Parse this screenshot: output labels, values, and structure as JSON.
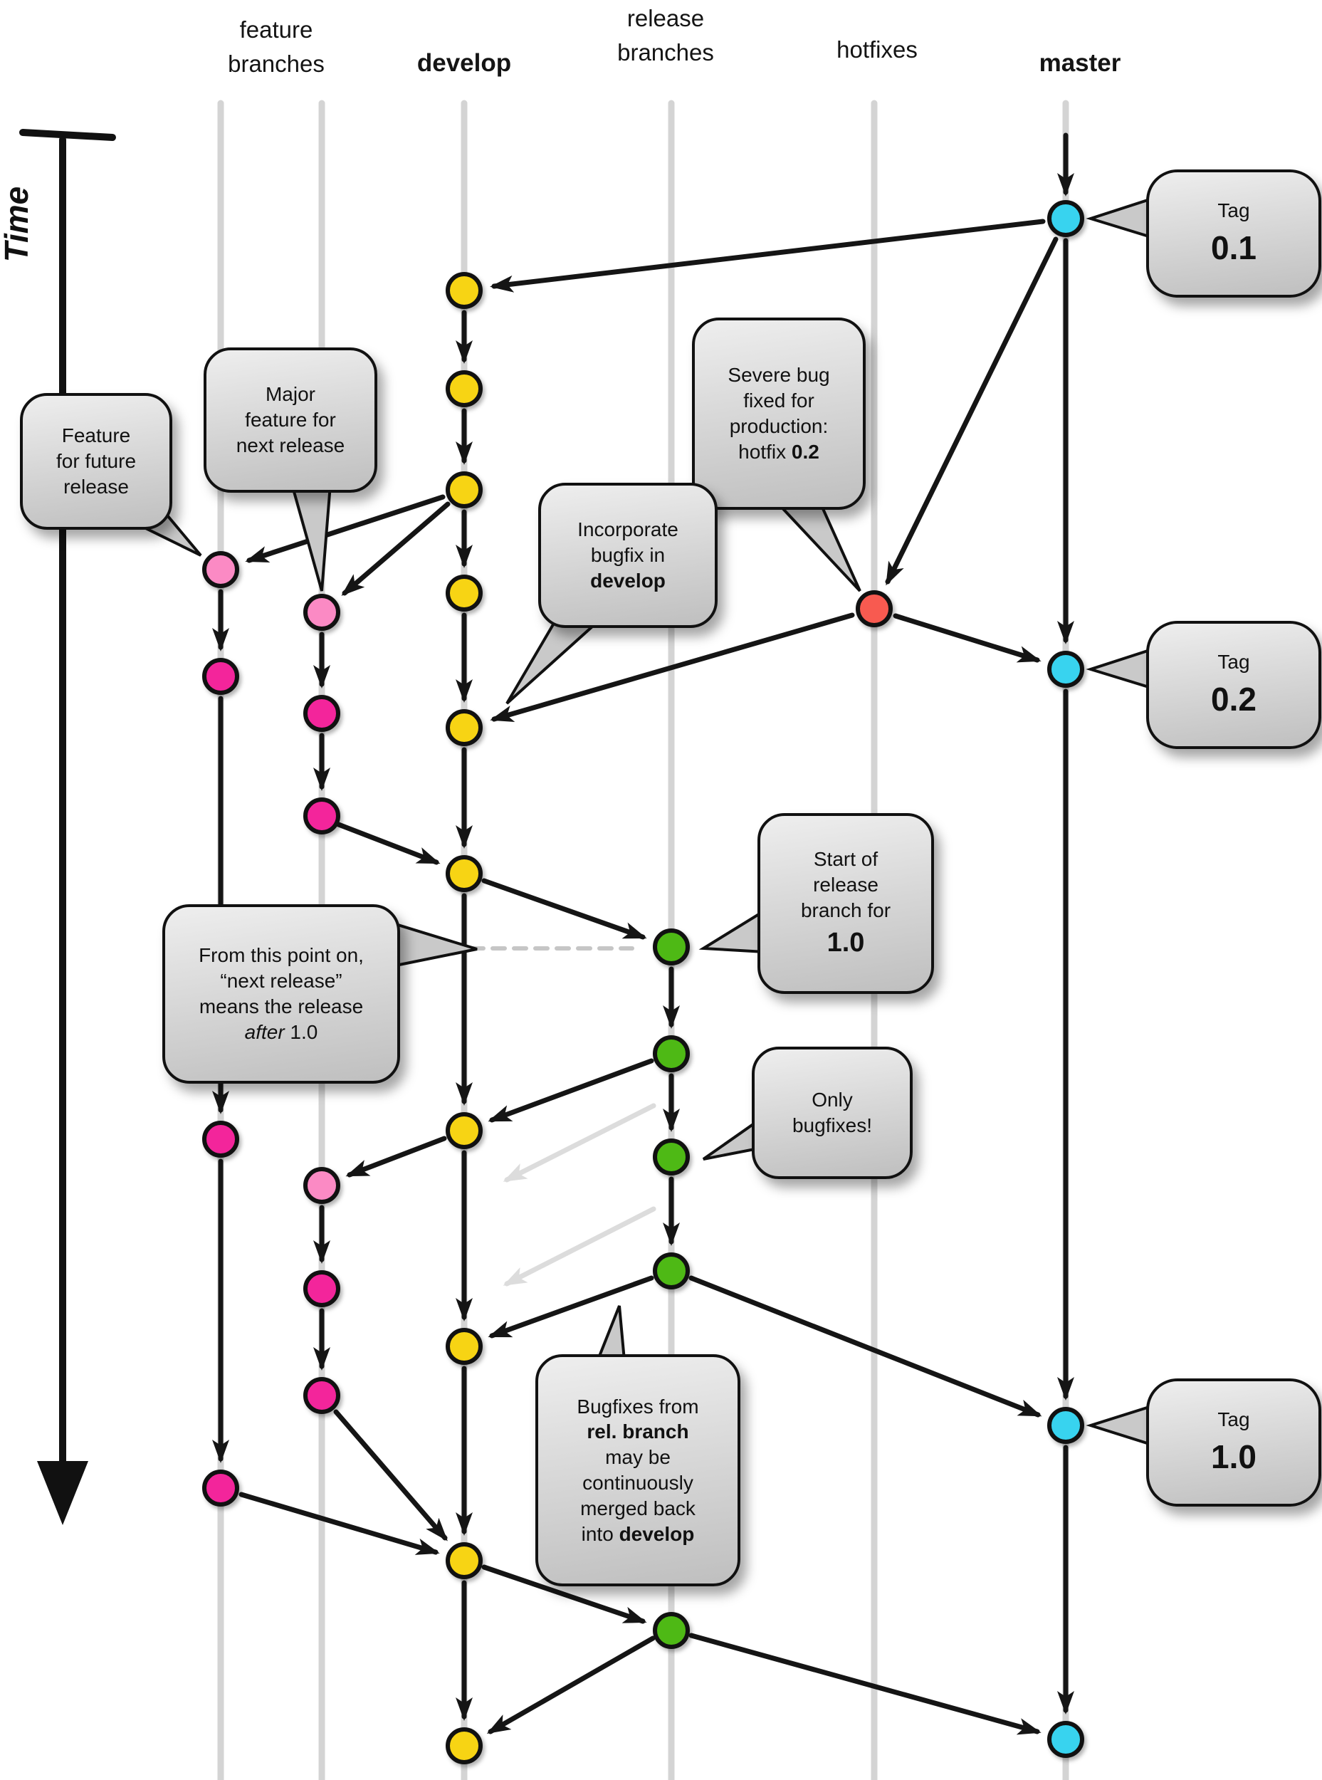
{
  "lanes": {
    "feature": {
      "line1": "feature",
      "line2": "branches"
    },
    "develop": {
      "label": "develop"
    },
    "release": {
      "line1": "release",
      "line2": "branches"
    },
    "hotfixes": {
      "label": "hotfixes"
    },
    "master": {
      "label": "master"
    }
  },
  "time_axis": {
    "label": "Time"
  },
  "tags": {
    "t01": {
      "label": "Tag",
      "version": "0.1"
    },
    "t02": {
      "label": "Tag",
      "version": "0.2"
    },
    "t10": {
      "label": "Tag",
      "version": "1.0"
    }
  },
  "notes": {
    "feature_future": {
      "l1": "Feature",
      "l2": "for future",
      "l3": "release"
    },
    "major_feature": {
      "l1": "Major",
      "l2": "feature for",
      "l3": "next release"
    },
    "severe_bug": {
      "l1": "Severe bug",
      "l2": "fixed for",
      "l3": "production:",
      "l4a": "hotfix ",
      "l4b": "0.2"
    },
    "incorporate": {
      "l1": "Incorporate",
      "l2": "bugfix in",
      "l3": "develop"
    },
    "start_release": {
      "l1": "Start of",
      "l2": "release",
      "l3": "branch for",
      "l4": "1.0"
    },
    "from_point": {
      "l1": "From this point on,",
      "l2": "“next release”",
      "l3": "means the release",
      "l4a": "after",
      "l4b": " 1.0"
    },
    "only_bugfixes": {
      "l1": "Only",
      "l2": "bugfixes!"
    },
    "bugfixes_merged": {
      "l1": "Bugfixes from",
      "l2": "rel. branch",
      "l3": "may be",
      "l4": "continuously",
      "l5": "merged back",
      "l6a": "into ",
      "l6b": "develop"
    }
  },
  "colors": {
    "master": "#38d3ef",
    "develop": "#f7d414",
    "feature_light": "#fb8ac4",
    "feature": "#f3259b",
    "release": "#4eb915",
    "hotfix": "#f85a50",
    "lane": "#d4d4d4",
    "faded": "#dcdcdc",
    "bubble_light": "#eeeeee",
    "bubble_dark": "#bfbfbf"
  }
}
